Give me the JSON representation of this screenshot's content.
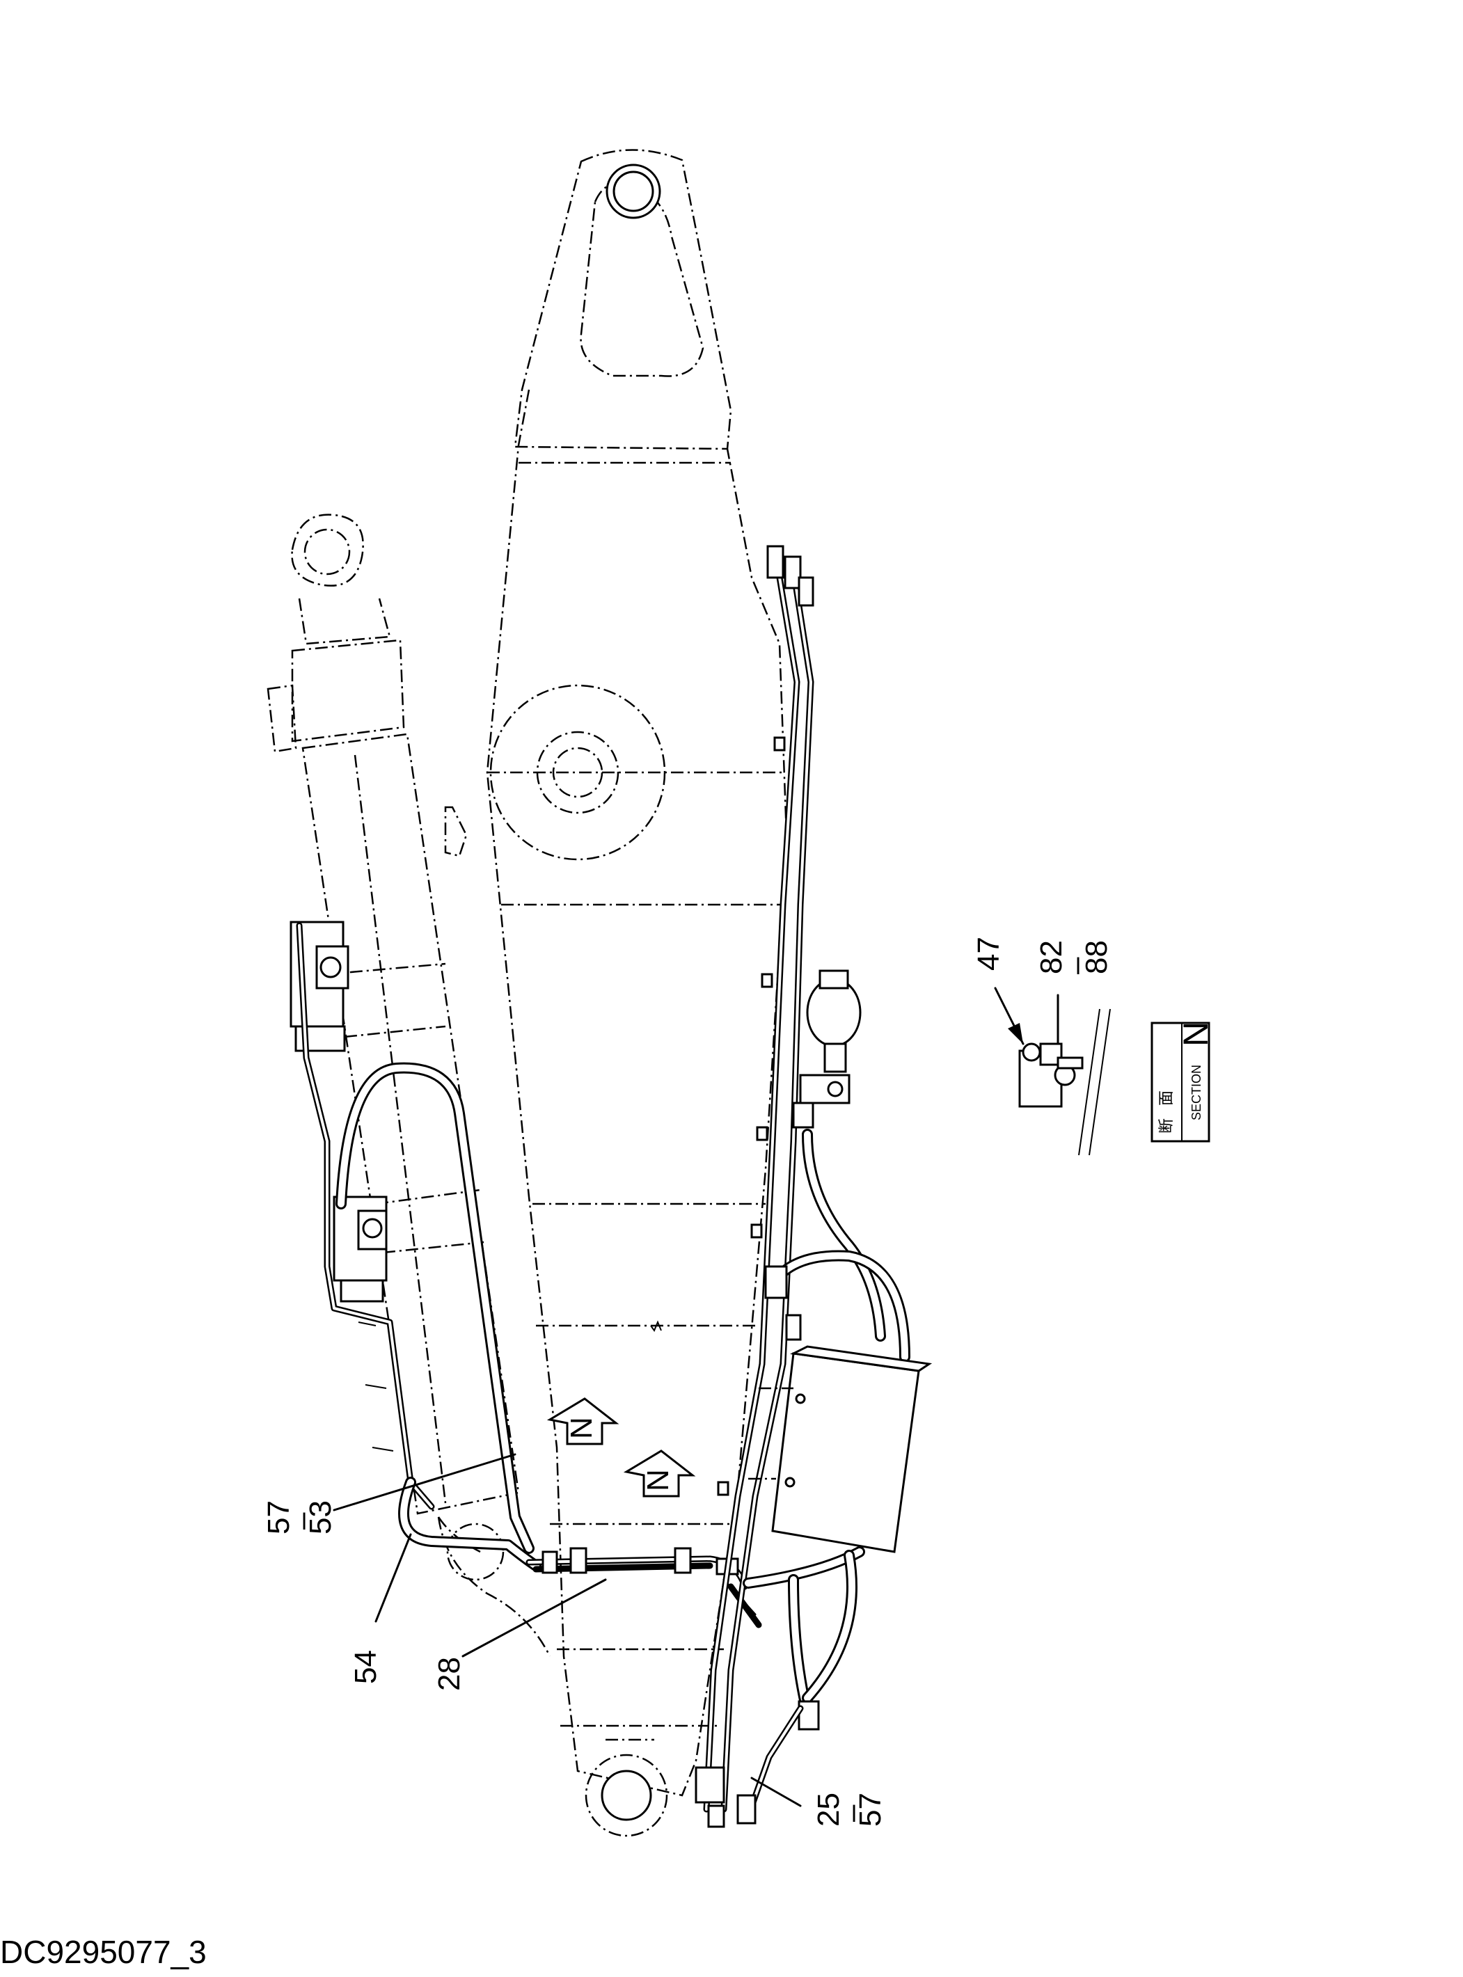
{
  "drawing": {
    "id": "DC9295077_3",
    "callouts": {
      "c47": "47",
      "c82": "82",
      "c88": "88",
      "c57a": "57",
      "c53": "53",
      "c54": "54",
      "c28": "28",
      "c25": "25",
      "c57b": "57",
      "sep": "–"
    },
    "section_marker": {
      "letter": "N",
      "jp_1": "断",
      "jp_2": "面",
      "en": "SECTION"
    },
    "view_arrows": [
      "N",
      "N"
    ]
  },
  "colors": {
    "ink": "#000000",
    "paper": "#ffffff"
  }
}
